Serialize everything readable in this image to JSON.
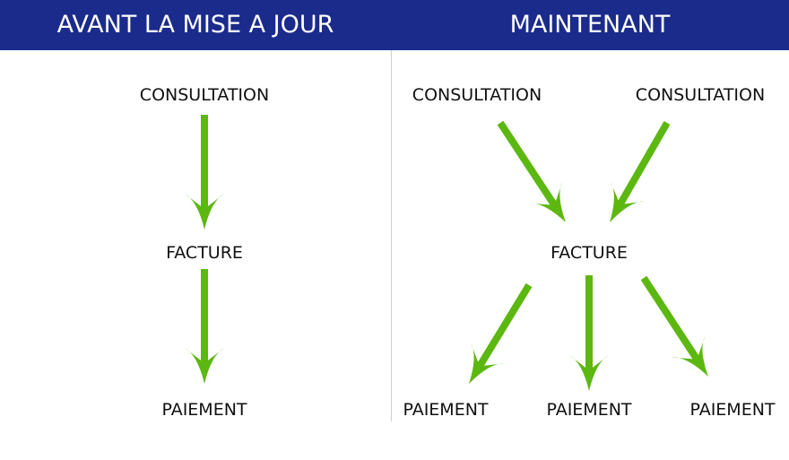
{
  "header": {
    "left_title": "AVANT LA MISE A JOUR",
    "right_title": "MAINTENANT",
    "background_color": "#1b2b8c",
    "text_color": "#ffffff"
  },
  "arrow_color": "#5cb810",
  "left_flow": {
    "consultation": "CONSULTATION",
    "facture": "FACTURE",
    "paiement": "PAIEMENT"
  },
  "right_flow": {
    "consultation_1": "CONSULTATION",
    "consultation_2": "CONSULTATION",
    "facture": "FACTURE",
    "paiement_1": "PAIEMENT",
    "paiement_2": "PAIEMENT",
    "paiement_3": "PAIEMENT"
  }
}
